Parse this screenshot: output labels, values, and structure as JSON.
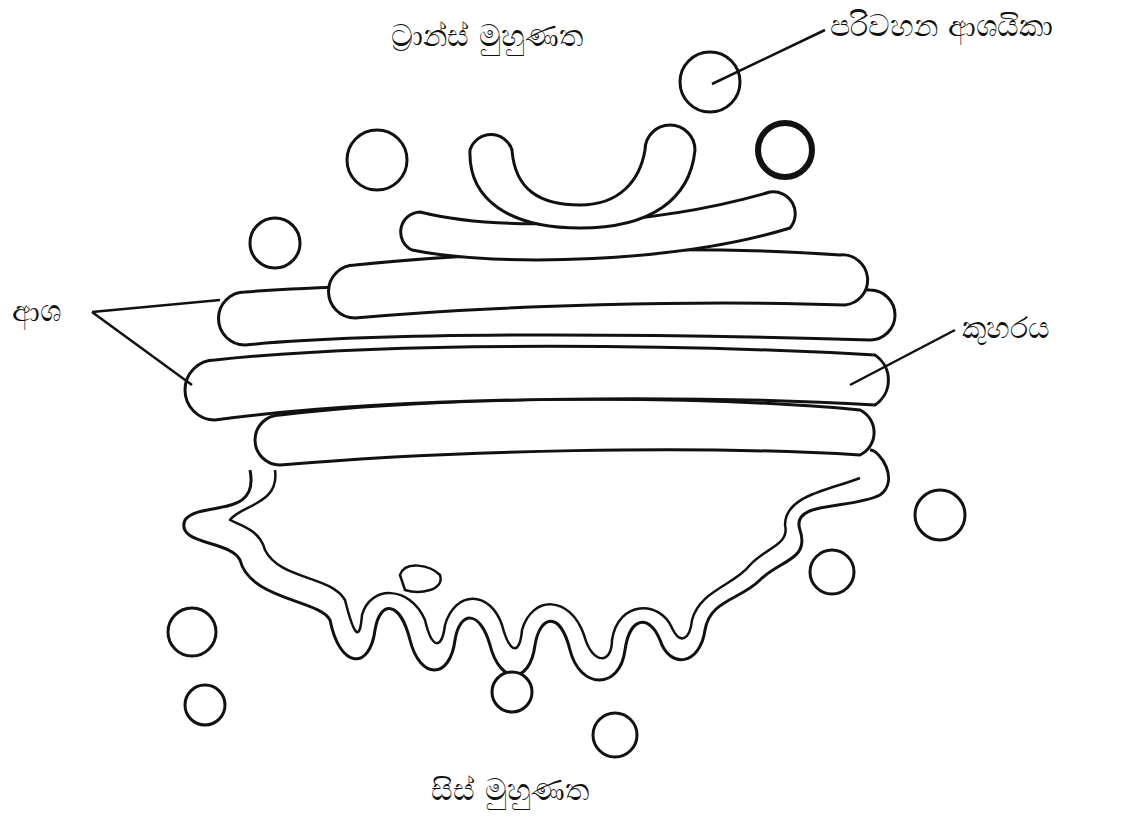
{
  "diagram": {
    "labels": [
      "ට්‍රාන්ස් මුහුණත",
      "පරිවහන ආශයිකා",
      "ආශ",
      "කුහරය",
      "සිස් මුහුණත"
    ]
  }
}
